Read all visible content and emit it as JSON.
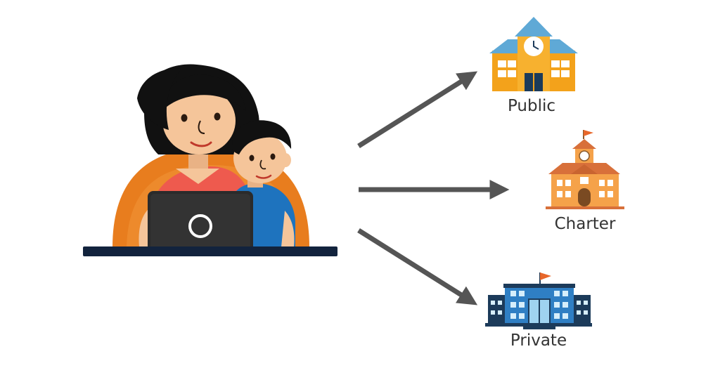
{
  "colors": {
    "arrow": "#555555",
    "label_text": "#333333",
    "public_school": "#f3a21b",
    "public_roof": "#5fa9d6",
    "charter_school": "#f5a24a",
    "charter_roof": "#d8703a",
    "private_school": "#2f7fc4",
    "private_dark": "#1c3b5a",
    "mother_hair": "#111111",
    "skin": "#f5c59a",
    "mother_shirt": "#ee5a4e",
    "child_shirt": "#1e73be",
    "chair": "#e87d1e",
    "laptop": "#2b2b2b",
    "desk": "#12233d"
  },
  "icons": {
    "family": "parent-child-laptop-icon",
    "public": "public-school-building-icon",
    "charter": "charter-school-building-icon",
    "private": "private-school-building-icon"
  },
  "options": [
    {
      "label": "Public"
    },
    {
      "label": "Charter"
    },
    {
      "label": "Private"
    }
  ]
}
